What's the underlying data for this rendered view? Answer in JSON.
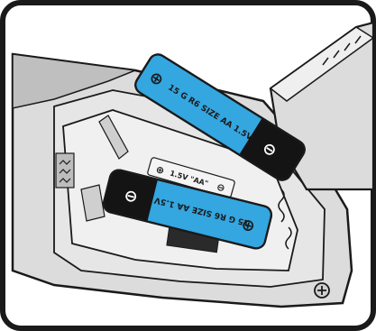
{
  "battery_top": {
    "text": "15 G  R6  SIZE AA  1.5V",
    "plus_symbol": "⊕",
    "minus_symbol": "⊖"
  },
  "battery_bottom": {
    "text": "15 G  R6  SIZE AA  1.5V",
    "plus_symbol": "⊕",
    "minus_symbol": "⊖"
  },
  "compartment_marking": {
    "text": "1.5V \"AA\"",
    "plus_symbol": "⊕",
    "minus_symbol": "⊖"
  },
  "colors": {
    "battery_blue": "#34a6e0",
    "battery_black": "#141414",
    "remote_gray": "#d9d9d9",
    "outline": "#1a1a1a",
    "frame": "#1a1a1a"
  }
}
